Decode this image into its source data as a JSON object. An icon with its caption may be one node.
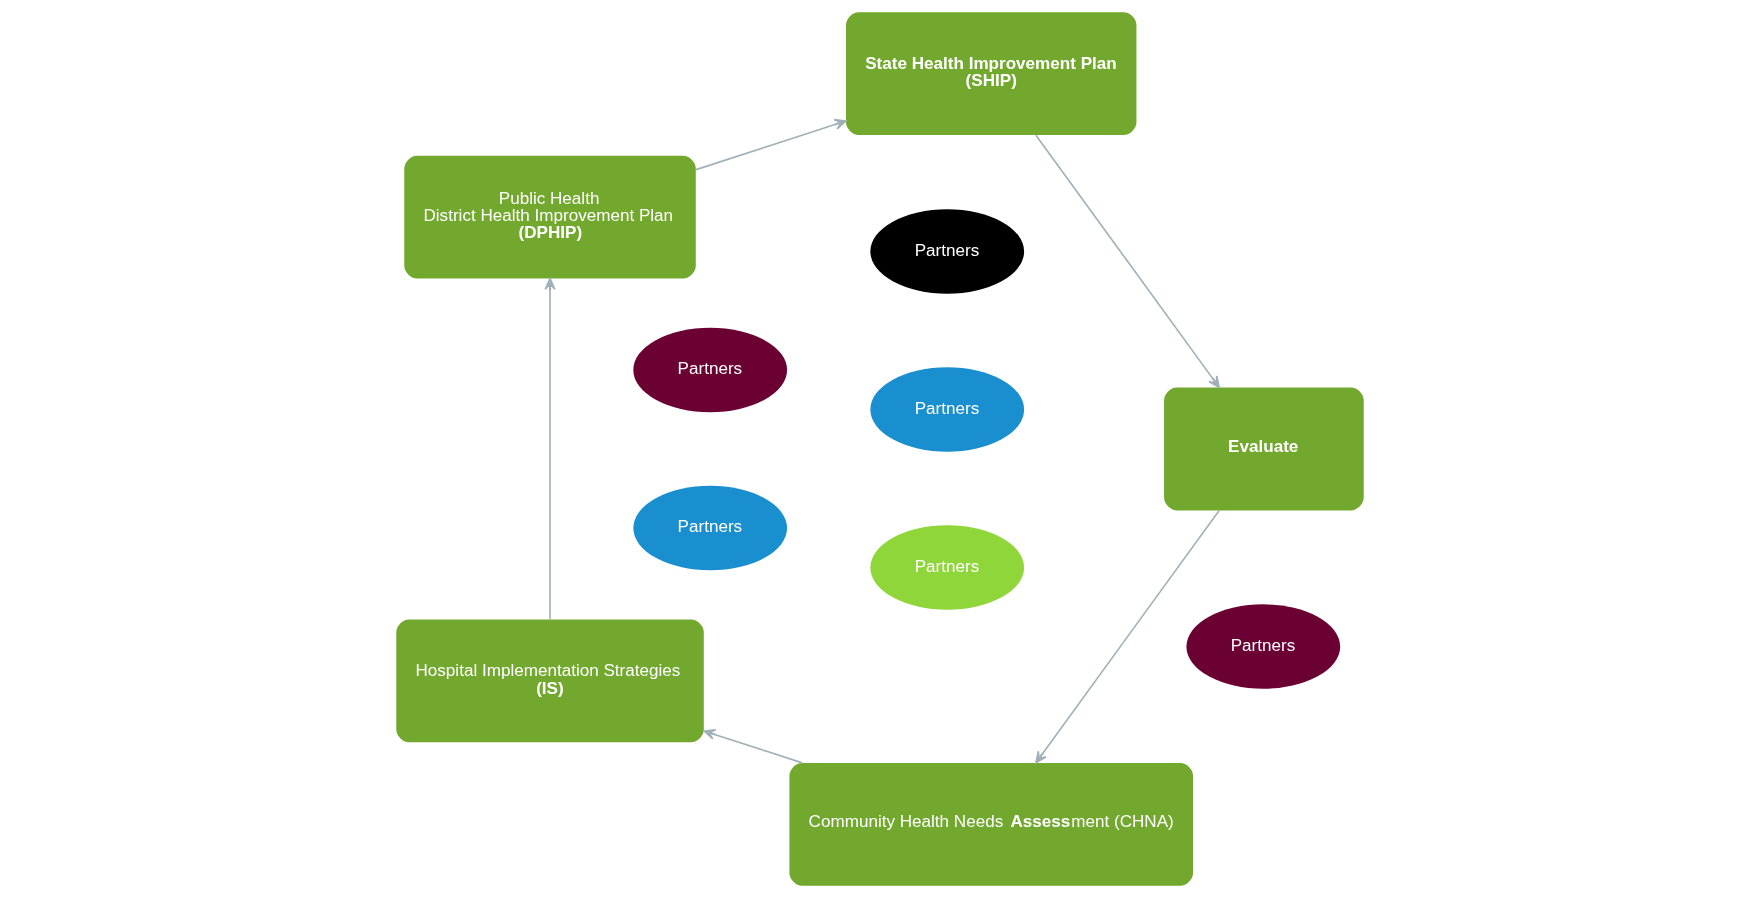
{
  "diagram": {
    "nodes": [
      {
        "text": [
          "Community Health Needs **Assess**ment (CHNA)"
        ]
      },
      {
        "text": [
          "Hospital Implementation Strategies",
          "(IS)"
        ]
      },
      {
        "text": [
          "Public Health",
          "District Health Improvement Plan",
          "(DPHIP)"
        ]
      },
      {
        "text": [
          "State Health Improvement Plan",
          "(SHIP)"
        ]
      },
      {
        "text": [
          "Evaluate"
        ]
      },
      {
        "text": [
          "Partners"
        ]
      },
      {
        "text": [
          "Partners"
        ]
      },
      {
        "text": [
          "Partners"
        ]
      },
      {
        "text": [
          "Partners"
        ]
      },
      {
        "text": [
          "Partners"
        ]
      },
      {
        "text": [
          "Partners"
        ]
      }
    ],
    "edges": [
      {
        "from": 0,
        "to": 1,
        "arrow": "to"
      },
      {
        "from": 1,
        "to": 2,
        "arrow": "to"
      },
      {
        "from": 2,
        "to": 3,
        "arrow": "to"
      },
      {
        "from": 3,
        "to": 4,
        "arrow": "to"
      },
      {
        "from": 4,
        "to": 0,
        "arrow": "to"
      }
    ]
  }
}
